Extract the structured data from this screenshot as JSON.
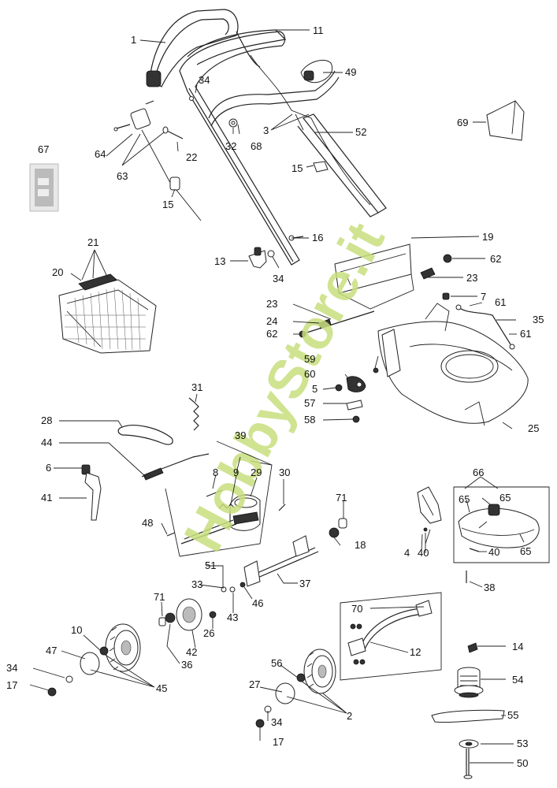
{
  "watermark": "HobbyStore.it",
  "colors": {
    "watermark": "#c8df7e",
    "line": "#222222",
    "background": "#ffffff"
  },
  "labels": {
    "p1": "1",
    "p11": "11",
    "p34a": "34",
    "p49": "49",
    "p3": "3",
    "p52": "52",
    "p32": "32",
    "p68": "68",
    "p64": "64",
    "p63": "63",
    "p22": "22",
    "p15a": "15",
    "p15b": "15",
    "p67": "67",
    "p69": "69",
    "p16": "16",
    "p13": "13",
    "p34b": "34",
    "p21": "21",
    "p20": "20",
    "p19": "19",
    "p62a": "62",
    "p23a": "23",
    "p7": "7",
    "p61a": "61",
    "p35": "35",
    "p61b": "61",
    "p23b": "23",
    "p24": "24",
    "p62b": "62",
    "p59": "59",
    "p60": "60",
    "p5": "5",
    "p57": "57",
    "p58": "58",
    "p25": "25",
    "p31": "31",
    "p28": "28",
    "p44": "44",
    "p39": "39",
    "p6": "6",
    "p8": "8",
    "p9": "9",
    "p29": "29",
    "p30": "30",
    "p41": "41",
    "p48": "48",
    "p71a": "71",
    "p18": "18",
    "p66": "66",
    "p65a": "65",
    "p65b": "65",
    "p65c": "65",
    "p4": "4",
    "p40a": "40",
    "p40b": "40",
    "p38": "38",
    "p51": "51",
    "p33": "33",
    "p43": "43",
    "p46": "46",
    "p37": "37",
    "p71b": "71",
    "p26": "26",
    "p42": "42",
    "p36": "36",
    "p10": "10",
    "p47": "47",
    "p34c": "34",
    "p45": "45",
    "p17a": "17",
    "p70": "70",
    "p12": "12",
    "p56": "56",
    "p27": "27",
    "p34d": "34",
    "p2": "2",
    "p17b": "17",
    "p14": "14",
    "p54": "54",
    "p55": "55",
    "p53": "53",
    "p50": "50"
  }
}
